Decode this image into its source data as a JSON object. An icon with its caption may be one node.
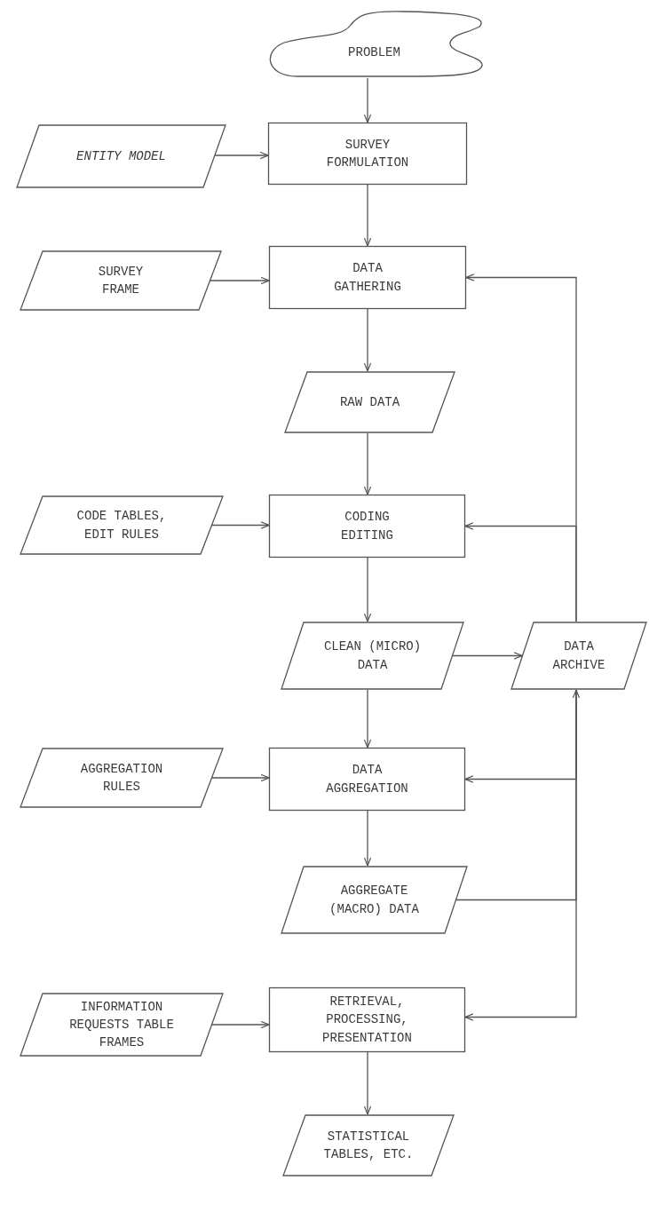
{
  "diagram": {
    "nodes": [
      {
        "text": [
          "PROBLEM"
        ]
      },
      {
        "text": [
          "ENTITY MODEL"
        ]
      },
      {
        "text": [
          "SURVEY FORMULATION"
        ]
      },
      {
        "text": [
          "SURVEY FRAME"
        ]
      },
      {
        "text": [
          "DATA GATHERING"
        ]
      },
      {
        "text": [
          "RAW DATA"
        ]
      },
      {
        "text": [
          "CODE TABLES, EDIT RULES"
        ]
      },
      {
        "text": [
          "CODING EDITING"
        ]
      },
      {
        "text": [
          "CLEAN (MICRO) DATA"
        ]
      },
      {
        "text": [
          "DATA ARCHIVE"
        ]
      },
      {
        "text": [
          "AGGREGATION RULES"
        ]
      },
      {
        "text": [
          "DATA AGGREGATION"
        ]
      },
      {
        "text": [
          "AGGREGATE (MACRO) DATA"
        ]
      },
      {
        "text": [
          "INFORMATION REQUESTS TABLE FRAMES"
        ]
      },
      {
        "text": [
          "RETRIEVAL, PROCESSING, PRESENTATION"
        ]
      },
      {
        "text": [
          "STATISTICAL TABLES, ETC."
        ]
      }
    ],
    "edges": [
      {
        "from": 0,
        "to": 2,
        "arrow": "to"
      },
      {
        "from": 1,
        "to": 2,
        "arrow": "to"
      },
      {
        "from": 2,
        "to": 4,
        "arrow": "to"
      },
      {
        "from": 3,
        "to": 4,
        "arrow": "to"
      },
      {
        "from": 4,
        "to": 5,
        "arrow": "to"
      },
      {
        "from": 5,
        "to": 7,
        "arrow": "to"
      },
      {
        "from": 6,
        "to": 7,
        "arrow": "to"
      },
      {
        "from": 7,
        "to": 8,
        "arrow": "to"
      },
      {
        "from": 8,
        "to": 9,
        "arrow": "to"
      },
      {
        "from": 8,
        "to": 11,
        "arrow": "to"
      },
      {
        "from": 10,
        "to": 11,
        "arrow": "to"
      },
      {
        "from": 11,
        "to": 12,
        "arrow": "to"
      },
      {
        "from": 12,
        "to": 9,
        "arrow": "to"
      },
      {
        "from": 9,
        "to": 4,
        "arrow": "to"
      },
      {
        "from": 9,
        "to": 7,
        "arrow": "to"
      },
      {
        "from": 9,
        "to": 11,
        "arrow": "to"
      },
      {
        "from": 9,
        "to": 14,
        "arrow": "to"
      },
      {
        "from": 13,
        "to": 14,
        "arrow": "to"
      },
      {
        "from": 14,
        "to": 15,
        "arrow": "to"
      }
    ]
  }
}
